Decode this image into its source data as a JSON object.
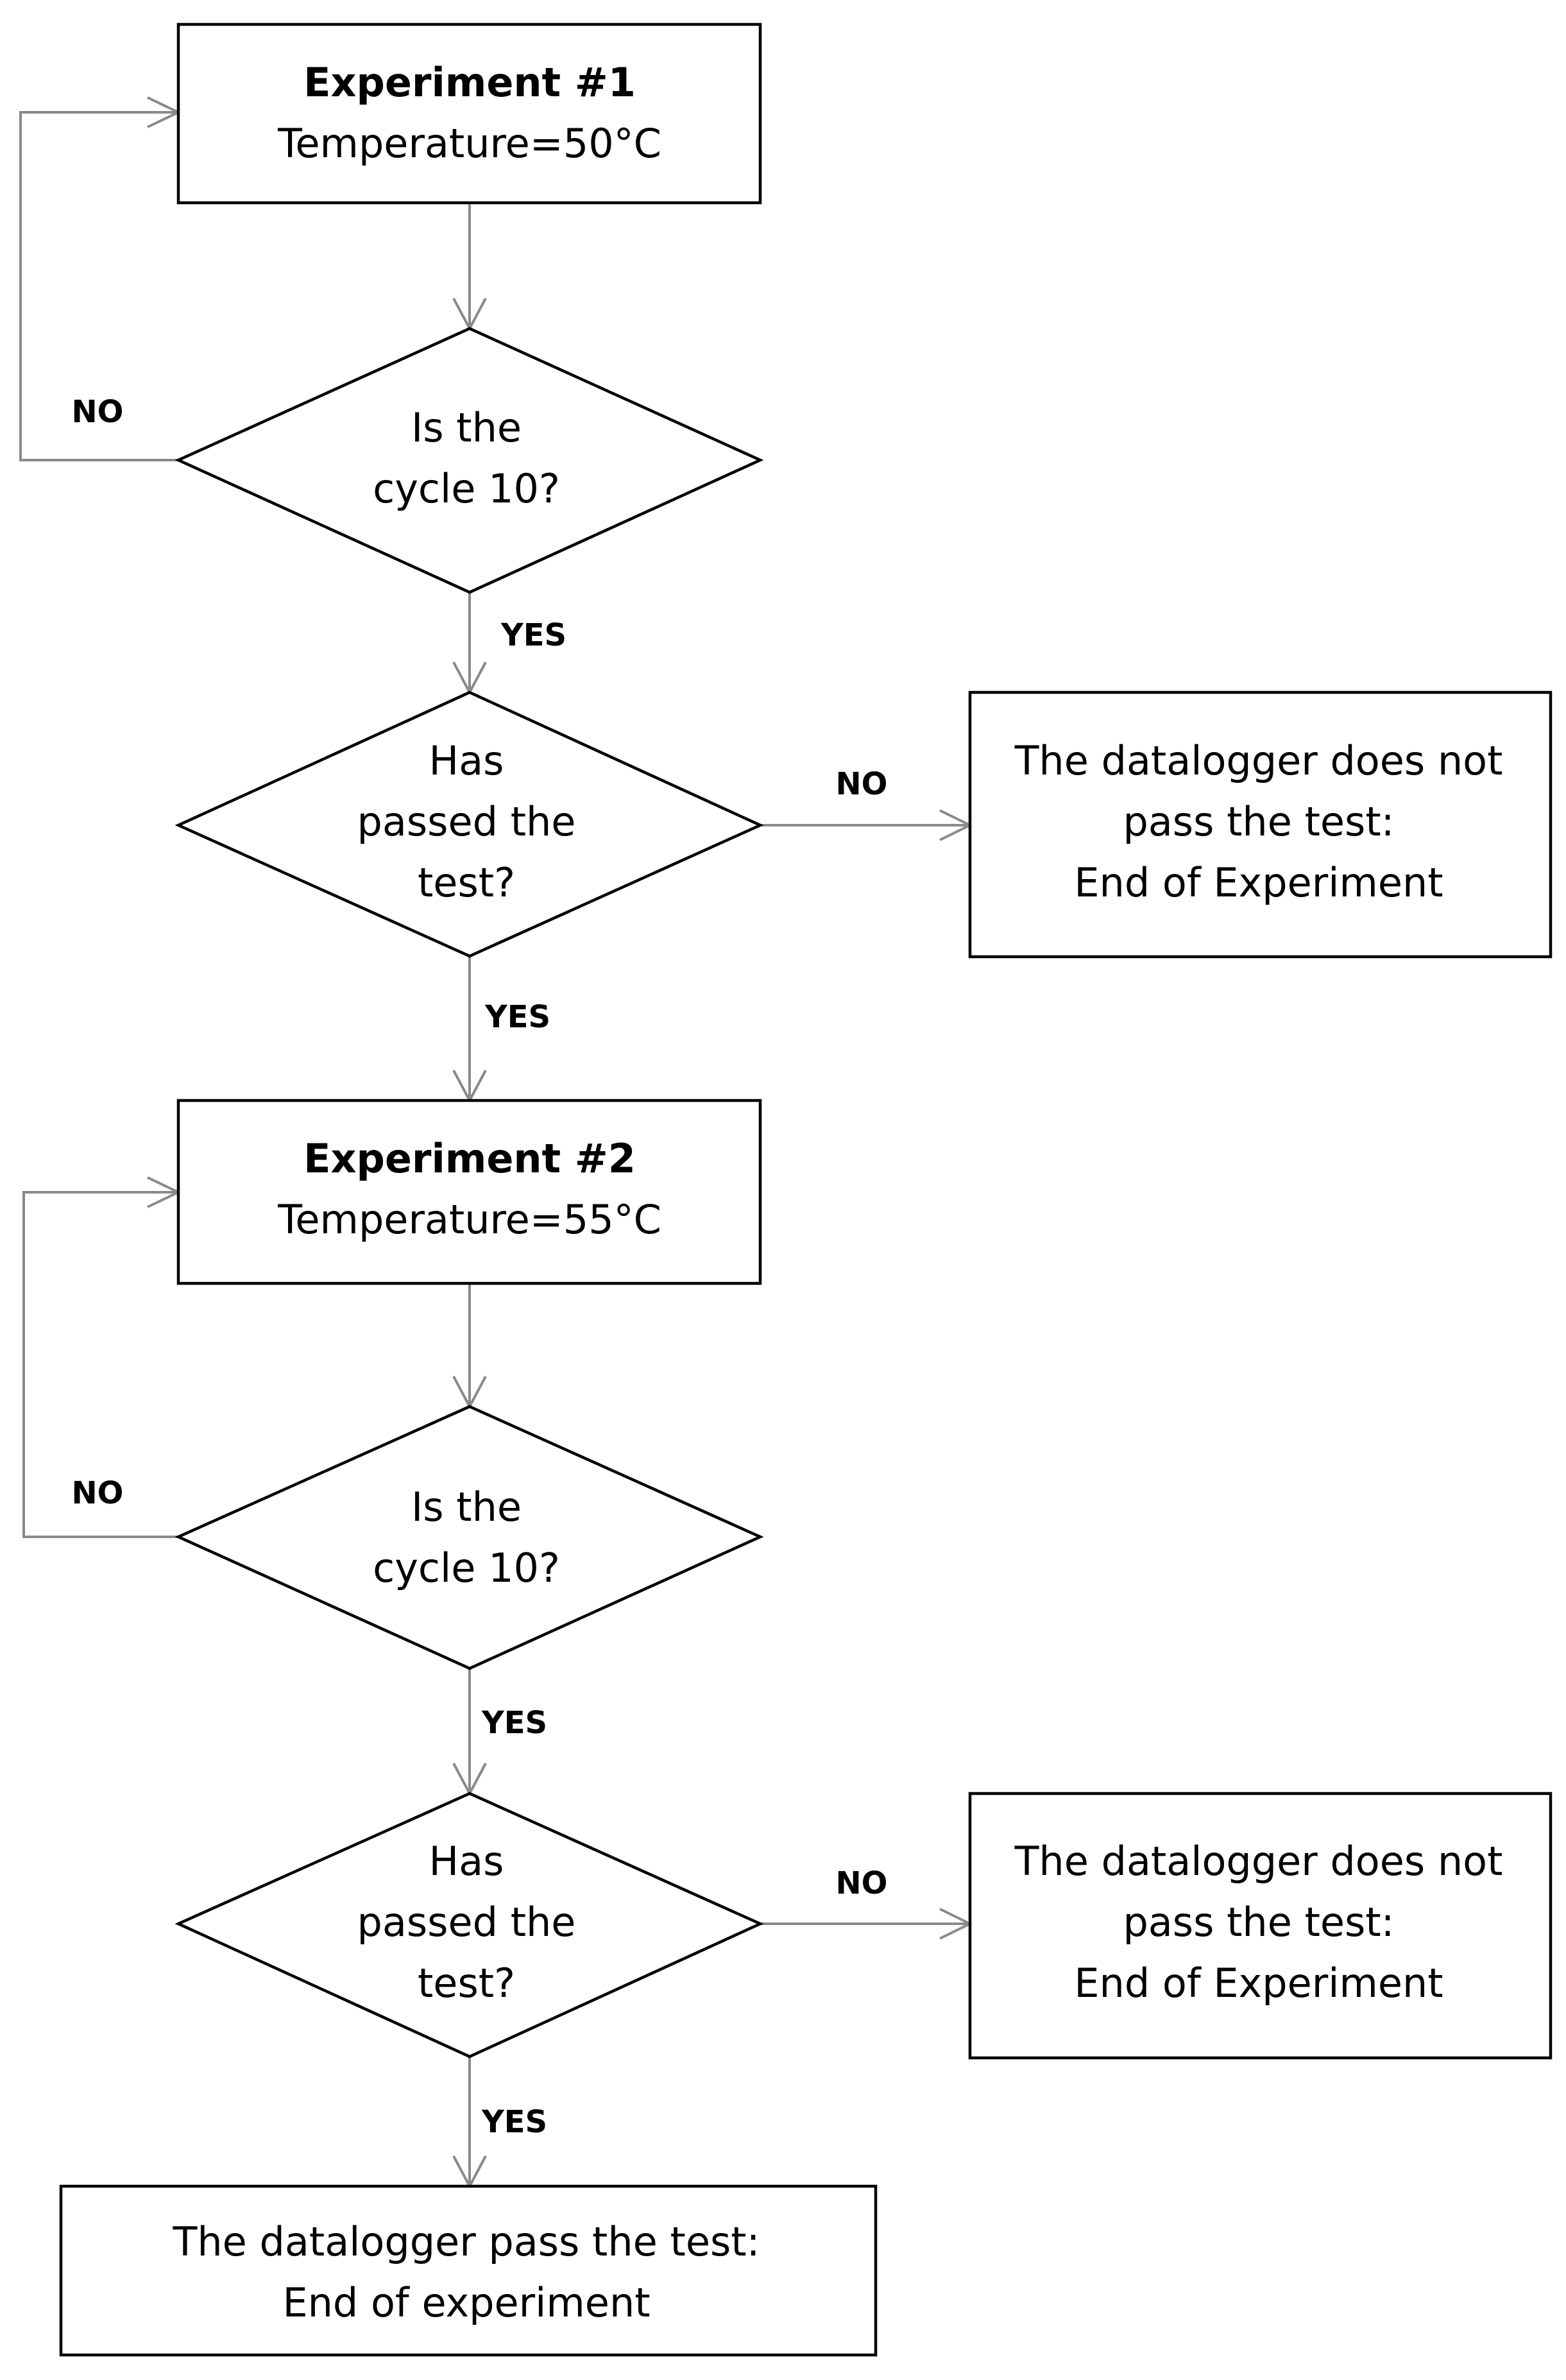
{
  "exp1": {
    "title": "Experiment #1",
    "detail": "Temperature=50°C"
  },
  "exp2": {
    "title": "Experiment #2",
    "detail": "Temperature=55°C"
  },
  "cycle_decision": {
    "line1": "Is the",
    "line2": "cycle 10?"
  },
  "pass_decision": {
    "line1": "Has",
    "line2": "passed the",
    "line3": "test?"
  },
  "fail_box": {
    "line1": "The datalogger does not",
    "line2": "pass the test:",
    "line3": "End of Experiment"
  },
  "final_box": {
    "line1": "The datalogger pass the test:",
    "line2": "End of experiment"
  },
  "labels": {
    "yes": "YES",
    "no": "NO"
  }
}
